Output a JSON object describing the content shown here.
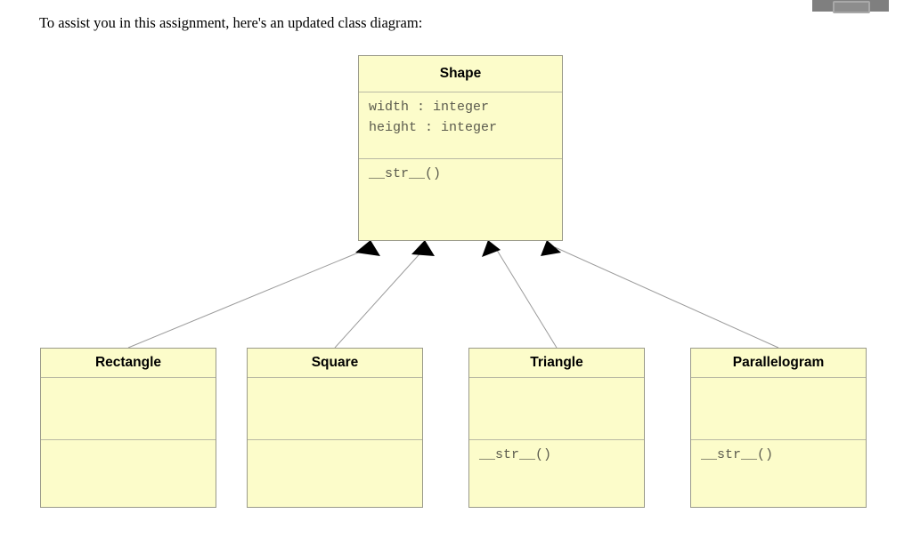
{
  "intro": {
    "text": "To assist you in this assignment, here's an updated class diagram:"
  },
  "toolbar": {
    "button_label": "",
    "bar_color": "#7f7f7f",
    "button_color": "#8d8d8d",
    "button_border_color": "#a8a8a8"
  },
  "diagram": {
    "type": "uml-class-diagram",
    "box_fill_color": "#fcfcca",
    "box_border_color": "#9a9a8a",
    "divider_color": "#b9b9a4",
    "connector_color": "#9b9b9b",
    "arrowhead_color": "#000000",
    "relationship": "generalization",
    "superclass": {
      "name": "Shape",
      "attributes": [
        "width : integer",
        "height : integer"
      ],
      "methods": [
        "__str__()"
      ]
    },
    "subclasses": [
      {
        "name": "Rectangle",
        "attributes": [],
        "methods": []
      },
      {
        "name": "Square",
        "attributes": [],
        "methods": []
      },
      {
        "name": "Triangle",
        "attributes": [],
        "methods": [
          "__str__()"
        ]
      },
      {
        "name": "Parallelogram",
        "attributes": [],
        "methods": [
          "__str__()"
        ]
      }
    ]
  }
}
